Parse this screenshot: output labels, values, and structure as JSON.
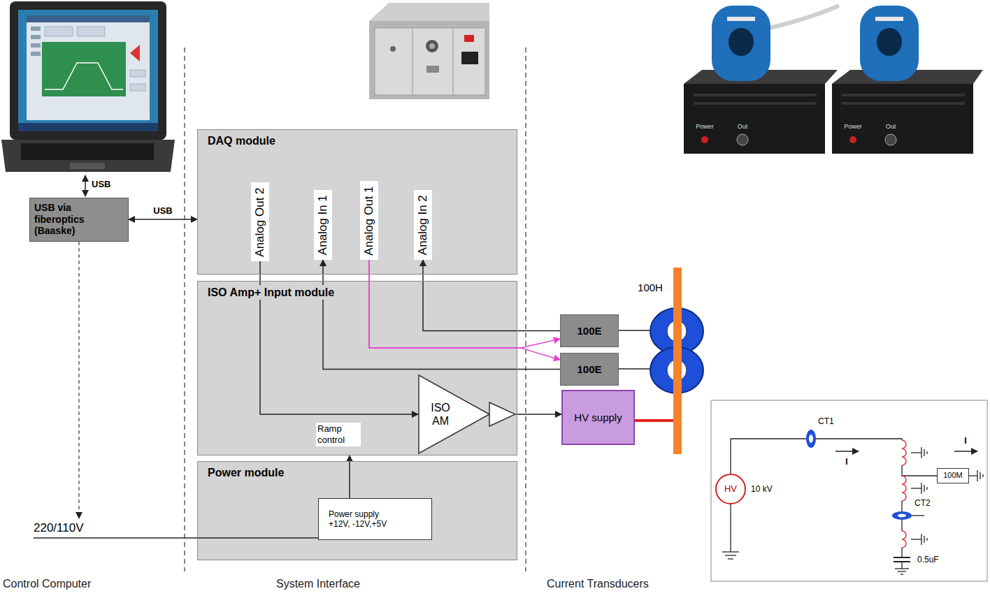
{
  "diagram": {
    "nodes": [
      {
        "text": [
          "USB via fiberoptics (Baaske)"
        ]
      },
      {
        "text": [
          "DAQ module"
        ]
      },
      {
        "text": [
          "Analog Out 2"
        ],
        "in": 1
      },
      {
        "text": [
          "Analog In 1"
        ],
        "in": 1
      },
      {
        "text": [
          "Analog Out 1"
        ],
        "in": 1
      },
      {
        "text": [
          "Analog In 2"
        ],
        "in": 1
      },
      {
        "text": [
          "ISO Amp+ Input module"
        ]
      },
      {
        "text": [
          "ISO AM"
        ],
        "in": 6
      },
      {
        "text": [
          "Power module"
        ]
      },
      {
        "text": [
          "Power supply +12V, -12V,+5V"
        ],
        "in": 8
      },
      {
        "text": [
          "100E"
        ]
      },
      {
        "text": [
          "100E"
        ]
      },
      {
        "text": [
          "HV supply"
        ]
      },
      {
        "text": [
          "HV"
        ]
      },
      {
        "text": [
          "100M"
        ]
      }
    ],
    "edges": [
      {
        "from": 0,
        "to": 1,
        "arrow": "both",
        "label": "USB"
      },
      {
        "from": 2,
        "to": 7,
        "arrow": "to"
      },
      {
        "from": 7,
        "to": 12,
        "arrow": "to"
      },
      {
        "from": 4,
        "to": 10,
        "arrow": "to"
      },
      {
        "from": 4,
        "to": 11,
        "arrow": "to"
      },
      {
        "from": 10,
        "to": 5,
        "arrow": "to"
      },
      {
        "from": 11,
        "to": 3,
        "arrow": "to"
      },
      {
        "from": 9,
        "to": 6,
        "arrow": "to"
      }
    ],
    "labels": [
      "USB",
      "220/110V",
      "Ramp control",
      "100H",
      "CT1",
      "I",
      "10 kV",
      "I",
      "CT2",
      "0.5uF",
      "Control Computer",
      "System Interface",
      "Current Transducers",
      "Power",
      "Out",
      "Power",
      "Out"
    ]
  }
}
